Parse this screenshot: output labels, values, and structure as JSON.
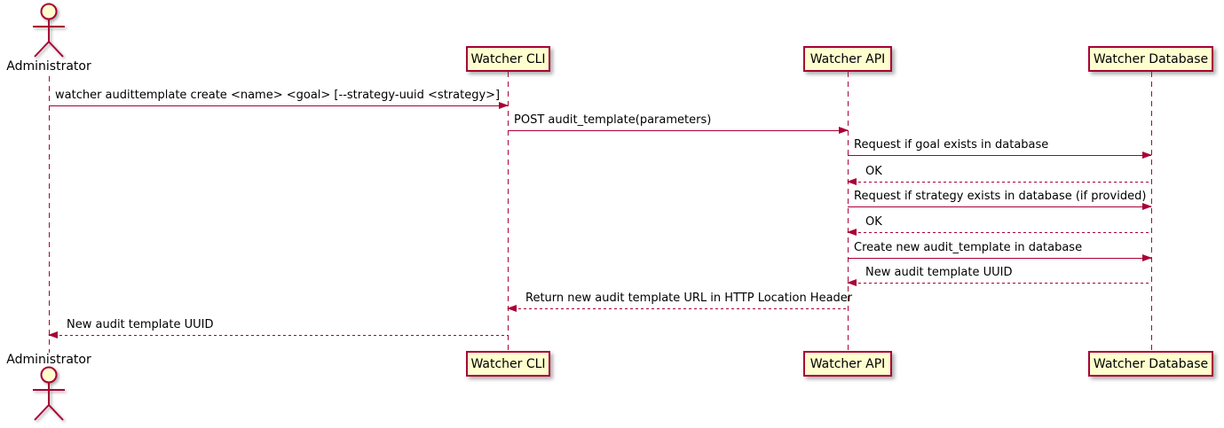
{
  "diagram": {
    "type": "uml-sequence",
    "colors": {
      "line": "#A80036",
      "participant_fill": "#FEFECE",
      "text": "#000000",
      "background": "#FFFFFF"
    }
  },
  "actor": {
    "name": "Administrator"
  },
  "participants": [
    "Watcher CLI",
    "Watcher API",
    "Watcher Database"
  ],
  "messages": [
    {
      "from": "Administrator",
      "to": "Watcher CLI",
      "line": "solid",
      "label": "watcher audittemplate create <name> <goal> [--strategy-uuid <strategy>]"
    },
    {
      "from": "Watcher CLI",
      "to": "Watcher API",
      "line": "solid",
      "label": "POST audit_template(parameters)"
    },
    {
      "from": "Watcher API",
      "to": "Watcher Database",
      "line": "solid",
      "label": "Request if goal exists in database"
    },
    {
      "from": "Watcher Database",
      "to": "Watcher API",
      "line": "dashed",
      "label": "OK"
    },
    {
      "from": "Watcher API",
      "to": "Watcher Database",
      "line": "solid",
      "label": "Request if strategy exists in database (if provided)"
    },
    {
      "from": "Watcher Database",
      "to": "Watcher API",
      "line": "dashed",
      "label": "OK"
    },
    {
      "from": "Watcher API",
      "to": "Watcher Database",
      "line": "solid",
      "label": "Create new audit_template in database"
    },
    {
      "from": "Watcher Database",
      "to": "Watcher API",
      "line": "dashed",
      "label": "New audit template UUID"
    },
    {
      "from": "Watcher API",
      "to": "Watcher CLI",
      "line": "dashed",
      "label": "Return new audit template URL in HTTP Location Header"
    },
    {
      "from": "Watcher CLI",
      "to": "Administrator",
      "line": "dashed",
      "label": "New audit template UUID"
    }
  ]
}
